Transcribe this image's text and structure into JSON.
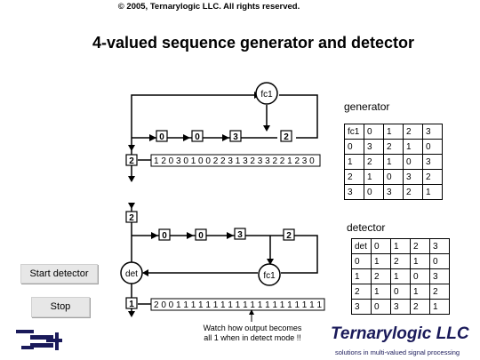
{
  "copyright": "© 2005, Ternarylogic LLC. All rights reserved.",
  "title": "4-valued sequence generator and detector",
  "generator": {
    "caption": "generator",
    "gate": "fc1",
    "feedback_input": "2",
    "delays": [
      "0",
      "0",
      "3",
      "2"
    ],
    "output_sequence": "1 2 0 3 0 1 0 0 2 2 3 1 3 2 3 3 2 2 1 2 3 0"
  },
  "detector": {
    "caption": "detector",
    "input": "2",
    "gate_det": "det",
    "gate_fc1": "fc1",
    "delays": [
      "0",
      "0",
      "3",
      "2"
    ],
    "output": "1",
    "output_sequence": "2 0 0 1 1 1 1 1 1 1 1 1 1 1 1 1 1 1 1 1 1 1 1"
  },
  "generator_table": [
    [
      "fc1",
      "0",
      "1",
      "2",
      "3"
    ],
    [
      "0",
      "3",
      "2",
      "1",
      "0"
    ],
    [
      "1",
      "2",
      "1",
      "0",
      "3"
    ],
    [
      "2",
      "1",
      "0",
      "3",
      "2"
    ],
    [
      "3",
      "0",
      "3",
      "2",
      "1"
    ]
  ],
  "detector_table": [
    [
      "det",
      "0",
      "1",
      "2",
      "3"
    ],
    [
      "0",
      "1",
      "2",
      "1",
      "0"
    ],
    [
      "1",
      "2",
      "1",
      "0",
      "3"
    ],
    [
      "2",
      "1",
      "0",
      "1",
      "2"
    ],
    [
      "3",
      "0",
      "3",
      "2",
      "1"
    ]
  ],
  "buttons": {
    "start": "Start detector",
    "stop": "Stop"
  },
  "note": {
    "line1": "Watch how output becomes",
    "line2": "all 1 when in detect mode !!"
  },
  "brand": {
    "name": "Ternarylogic LLC",
    "tagline": "solutions in multi-valued signal processing",
    "logo_color": "#1a1a5a"
  }
}
